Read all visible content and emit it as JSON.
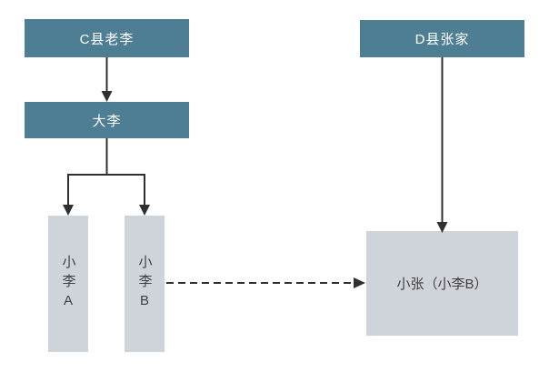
{
  "diagram": {
    "title": "",
    "background": "#ffffff",
    "colors": {
      "header_node_fill": "#4e7e94",
      "header_node_text": "#ffffff",
      "leaf_node_fill": "#cfd3da",
      "leaf_node_text": "#404040",
      "arrow": "#303030"
    },
    "nodes": {
      "c_county": {
        "label": "C县老李",
        "type": "header"
      },
      "da_li": {
        "label": "大李",
        "type": "header"
      },
      "xiao_li_a": {
        "label": "小李A",
        "type": "leaf-vertical"
      },
      "xiao_li_b": {
        "label": "小李B",
        "type": "leaf-vertical"
      },
      "d_county": {
        "label": "D县张家",
        "type": "header"
      },
      "xiao_zhang": {
        "label": "小张（小李B）",
        "type": "leaf"
      }
    },
    "edges": [
      {
        "from": "c_county",
        "to": "da_li",
        "style": "solid",
        "arrow": true
      },
      {
        "from": "da_li",
        "to": "xiao_li_a",
        "style": "solid",
        "arrow": true
      },
      {
        "from": "da_li",
        "to": "xiao_li_b",
        "style": "solid",
        "arrow": true
      },
      {
        "from": "d_county",
        "to": "xiao_zhang",
        "style": "solid",
        "arrow": true
      },
      {
        "from": "xiao_li_b",
        "to": "xiao_zhang",
        "style": "dashed",
        "arrow": true
      }
    ]
  }
}
